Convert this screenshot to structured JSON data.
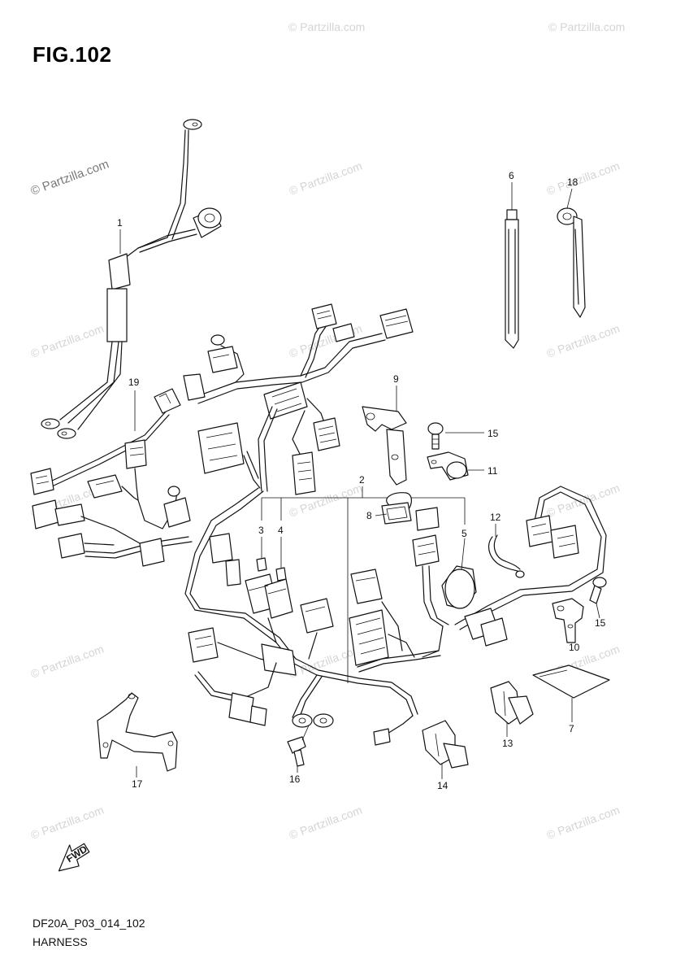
{
  "figure": {
    "title": "FIG.102"
  },
  "watermark": {
    "text": "© Partzilla.com"
  },
  "callouts": [
    {
      "id": "1",
      "label": "1"
    },
    {
      "id": "2",
      "label": "2"
    },
    {
      "id": "3",
      "label": "3"
    },
    {
      "id": "4",
      "label": "4"
    },
    {
      "id": "5",
      "label": "5"
    },
    {
      "id": "6",
      "label": "6"
    },
    {
      "id": "7",
      "label": "7"
    },
    {
      "id": "8",
      "label": "8"
    },
    {
      "id": "9",
      "label": "9"
    },
    {
      "id": "10",
      "label": "10"
    },
    {
      "id": "11",
      "label": "11"
    },
    {
      "id": "12",
      "label": "12"
    },
    {
      "id": "13",
      "label": "13"
    },
    {
      "id": "14",
      "label": "14"
    },
    {
      "id": "15a",
      "label": "15"
    },
    {
      "id": "15b",
      "label": "15"
    },
    {
      "id": "16",
      "label": "16"
    },
    {
      "id": "17",
      "label": "17"
    },
    {
      "id": "18",
      "label": "18"
    },
    {
      "id": "19",
      "label": "19"
    }
  ],
  "fwd_label": "FWD",
  "footer": {
    "code": "DF20A_P03_014_102",
    "name": "HARNESS"
  }
}
